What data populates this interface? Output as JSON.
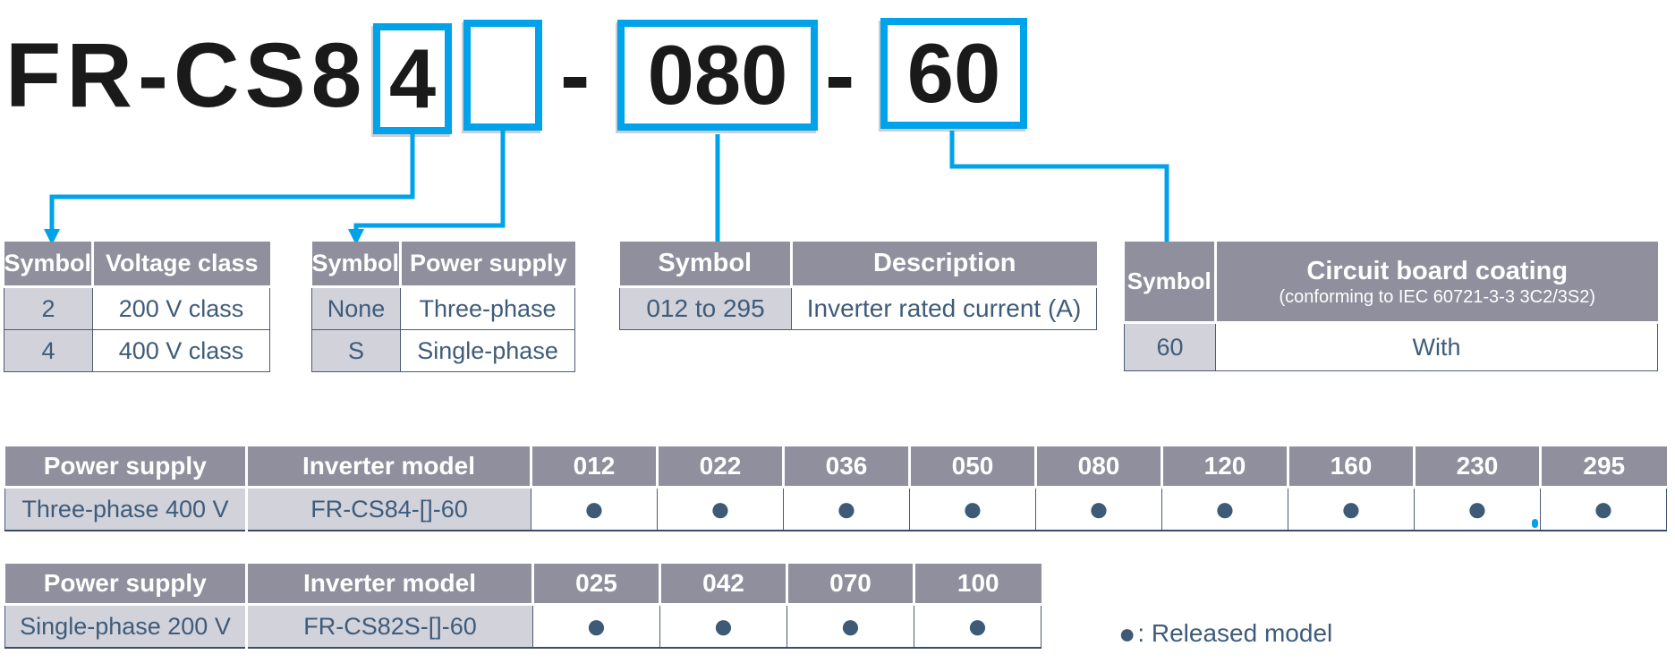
{
  "colors": {
    "accent": "#00A2E9",
    "header-bg": "#8F8F9E",
    "cell-gray": "#D2D2DB",
    "slate": "#3E5C7A",
    "border": "#4A5A74",
    "dot": "#3D5A77",
    "title": "#1A1A1A"
  },
  "model_code": {
    "prefix": "FR-CS8",
    "voltage_digit": "4",
    "power_supply_blank": "",
    "separator1": "-",
    "rated_current": "080",
    "separator2": "-",
    "coating_code": "60"
  },
  "voltage_table": {
    "headers": [
      "Symbol",
      "Voltage class"
    ],
    "rows": [
      [
        "2",
        "200 V class"
      ],
      [
        "4",
        "400 V class"
      ]
    ]
  },
  "power_supply_table": {
    "headers": [
      "Symbol",
      "Power supply"
    ],
    "rows": [
      [
        "None",
        "Three-phase"
      ],
      [
        "S",
        "Single-phase"
      ]
    ]
  },
  "current_table": {
    "headers": [
      "Symbol",
      "Description"
    ],
    "rows": [
      [
        "012 to 295",
        "Inverter rated current (A)"
      ]
    ]
  },
  "coating_table": {
    "headers": [
      "Symbol",
      "Circuit board coating"
    ],
    "header_note": "(conforming to IEC 60721-3-3 3C2/3S2)",
    "rows": [
      [
        "60",
        "With"
      ]
    ]
  },
  "three_phase_table": {
    "headers": [
      "Power supply",
      "Inverter model",
      "012",
      "022",
      "036",
      "050",
      "080",
      "120",
      "160",
      "230",
      "295"
    ],
    "row": {
      "power_supply": "Three-phase 400 V",
      "inverter_model": "FR-CS84-[]-60",
      "released": [
        "●",
        "●",
        "●",
        "●",
        "●",
        "●",
        "●",
        "●",
        "●"
      ]
    }
  },
  "single_phase_table": {
    "headers": [
      "Power supply",
      "Inverter model",
      "025",
      "042",
      "070",
      "100"
    ],
    "row": {
      "power_supply": "Single-phase 200 V",
      "inverter_model": "FR-CS82S-[]-60",
      "released": [
        "●",
        "●",
        "●",
        "●"
      ]
    }
  },
  "legend": {
    "dot": "●",
    "label": ": Released model"
  }
}
